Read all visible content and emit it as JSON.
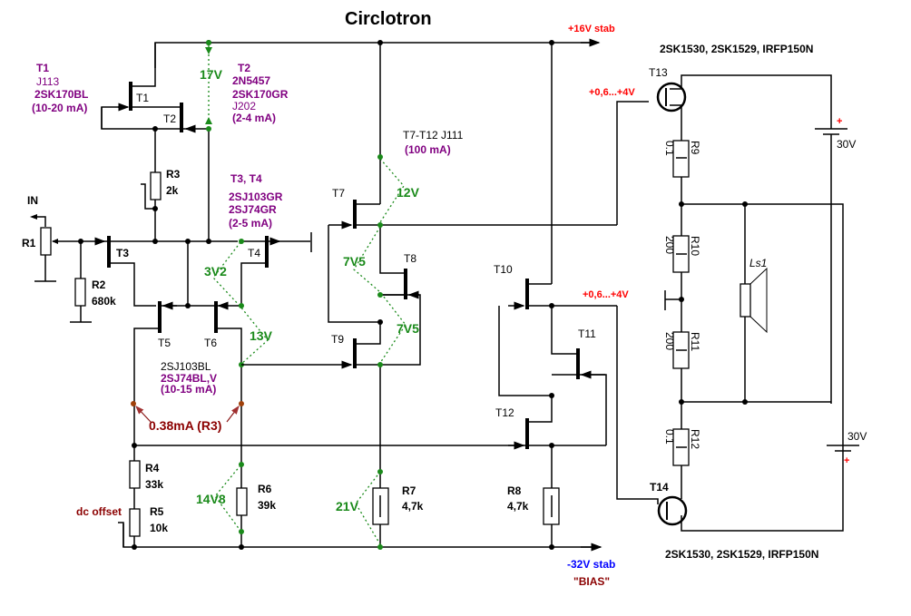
{
  "title": "Circlotron",
  "rails": {
    "positive": "+16V stab",
    "negative": "-32V stab",
    "bias": "\"BIAS\""
  },
  "input_label": "IN",
  "dc_offset_label": "dc offset",
  "current_annotation": "0.38mA (R3)",
  "output_device_note_top": "2SK1530, 2SK1529, IRFP150N",
  "output_device_note_bottom": "2SK1530, 2SK1529, IRFP150N",
  "gate_drive_top": "+0,6...+4V",
  "gate_drive_mid": "+0,6...+4V",
  "batteries": [
    {
      "name": "battery-top",
      "voltage": "30V",
      "plus": "+"
    },
    {
      "name": "battery-bottom",
      "voltage": "30V",
      "plus": "+"
    }
  ],
  "transistor_notes": {
    "t1": {
      "name": "T1",
      "alt1": "J113",
      "alt2": "2SK170BL",
      "current": "(10-20 mA)"
    },
    "t2": {
      "name": "T2",
      "alt1": "2N5457",
      "alt2": "2SK170GR",
      "alt3": "J202",
      "current": "(2-4 mA)"
    },
    "t3t4": {
      "name": "T3, T4",
      "alt1": "2SJ103GR",
      "alt2": "2SJ74GR",
      "current": "(2-5 mA)"
    },
    "t5t6": {
      "alt1": "2SJ103BL",
      "alt2": "2SJ74BL,V",
      "current": "(10-15 mA)"
    },
    "t7t12": {
      "name": "T7-T12   J111",
      "current": "(100 mA)"
    }
  },
  "transistors": [
    "T1",
    "T2",
    "T3",
    "T4",
    "T5",
    "T6",
    "T7",
    "T8",
    "T9",
    "T10",
    "T11",
    "T12",
    "T13",
    "T14"
  ],
  "resistors": [
    {
      "ref": "R1",
      "value": ""
    },
    {
      "ref": "R2",
      "value": "680k"
    },
    {
      "ref": "R3",
      "value": "2k"
    },
    {
      "ref": "R4",
      "value": "33k"
    },
    {
      "ref": "R5",
      "value": "10k"
    },
    {
      "ref": "R6",
      "value": "39k"
    },
    {
      "ref": "R7",
      "value": "4,7k"
    },
    {
      "ref": "R8",
      "value": "4,7k"
    },
    {
      "ref": "R9",
      "value": "0.1"
    },
    {
      "ref": "R10",
      "value": "200"
    },
    {
      "ref": "R11",
      "value": "200"
    },
    {
      "ref": "R12",
      "value": "0.1"
    }
  ],
  "speaker": "Ls1",
  "voltages": {
    "v17": "17V",
    "v3v2": "3V2",
    "v13": "13V",
    "v14v8": "14V8",
    "v12": "12V",
    "v7v5a": "7V5",
    "v7v5b": "7V5",
    "v21": "21V"
  },
  "colors": {
    "green": "#1a8a1a",
    "purple": "#800080",
    "red": "#ff0000",
    "blue": "#0000ff",
    "brown": "#8b0000"
  }
}
